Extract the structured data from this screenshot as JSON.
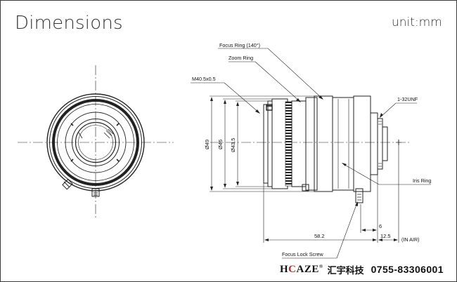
{
  "page": {
    "title": "Dimensions",
    "unit": "unit:mm"
  },
  "callouts": {
    "focus_ring": "Focus Ring (140°)",
    "zoom_ring": "Zoom Ring",
    "filter_thread": "M40.5x0.5",
    "mount": "1-32UNF",
    "iris_ring": "Iris Ring",
    "focus_lock_screw": "Focus Lock Screw",
    "in_air": "(IN AIR)"
  },
  "dimensions": {
    "d49": "Ø49",
    "d46": "Ø46",
    "d43_5": "Ø43.5",
    "length": "58.2",
    "flange": "6",
    "back_focus": "12.5"
  },
  "brand": {
    "logo_h": "H",
    "logo_c": "C",
    "logo_aze": "AZE",
    "reg": "®",
    "company": "汇宇科技",
    "phone": "0755-83306001"
  }
}
